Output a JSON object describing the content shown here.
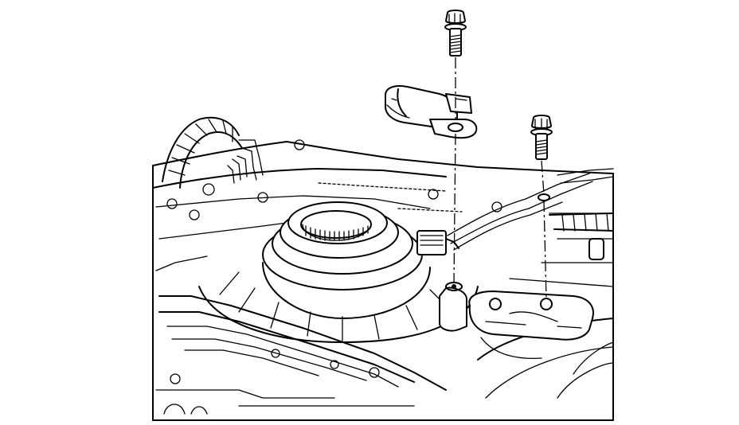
{
  "figure": {
    "kind": "exploded-view line illustration",
    "components": [
      {
        "id": "bolt-upper",
        "icon": "bolt-icon"
      },
      {
        "id": "bolt-right",
        "icon": "bolt-icon"
      },
      {
        "id": "sensor",
        "icon": "speed-sensor-icon"
      },
      {
        "id": "connector",
        "icon": "electrical-connector-icon"
      },
      {
        "id": "wire-harness",
        "icon": "wire-harness-icon"
      },
      {
        "id": "output-shaft-bearing",
        "icon": "bearing-ring-icon"
      },
      {
        "id": "bracket",
        "icon": "bracket-icon"
      },
      {
        "id": "transmission-case",
        "icon": "housing-icon"
      }
    ],
    "colors": {
      "line": "#000000",
      "background": "#ffffff"
    }
  }
}
